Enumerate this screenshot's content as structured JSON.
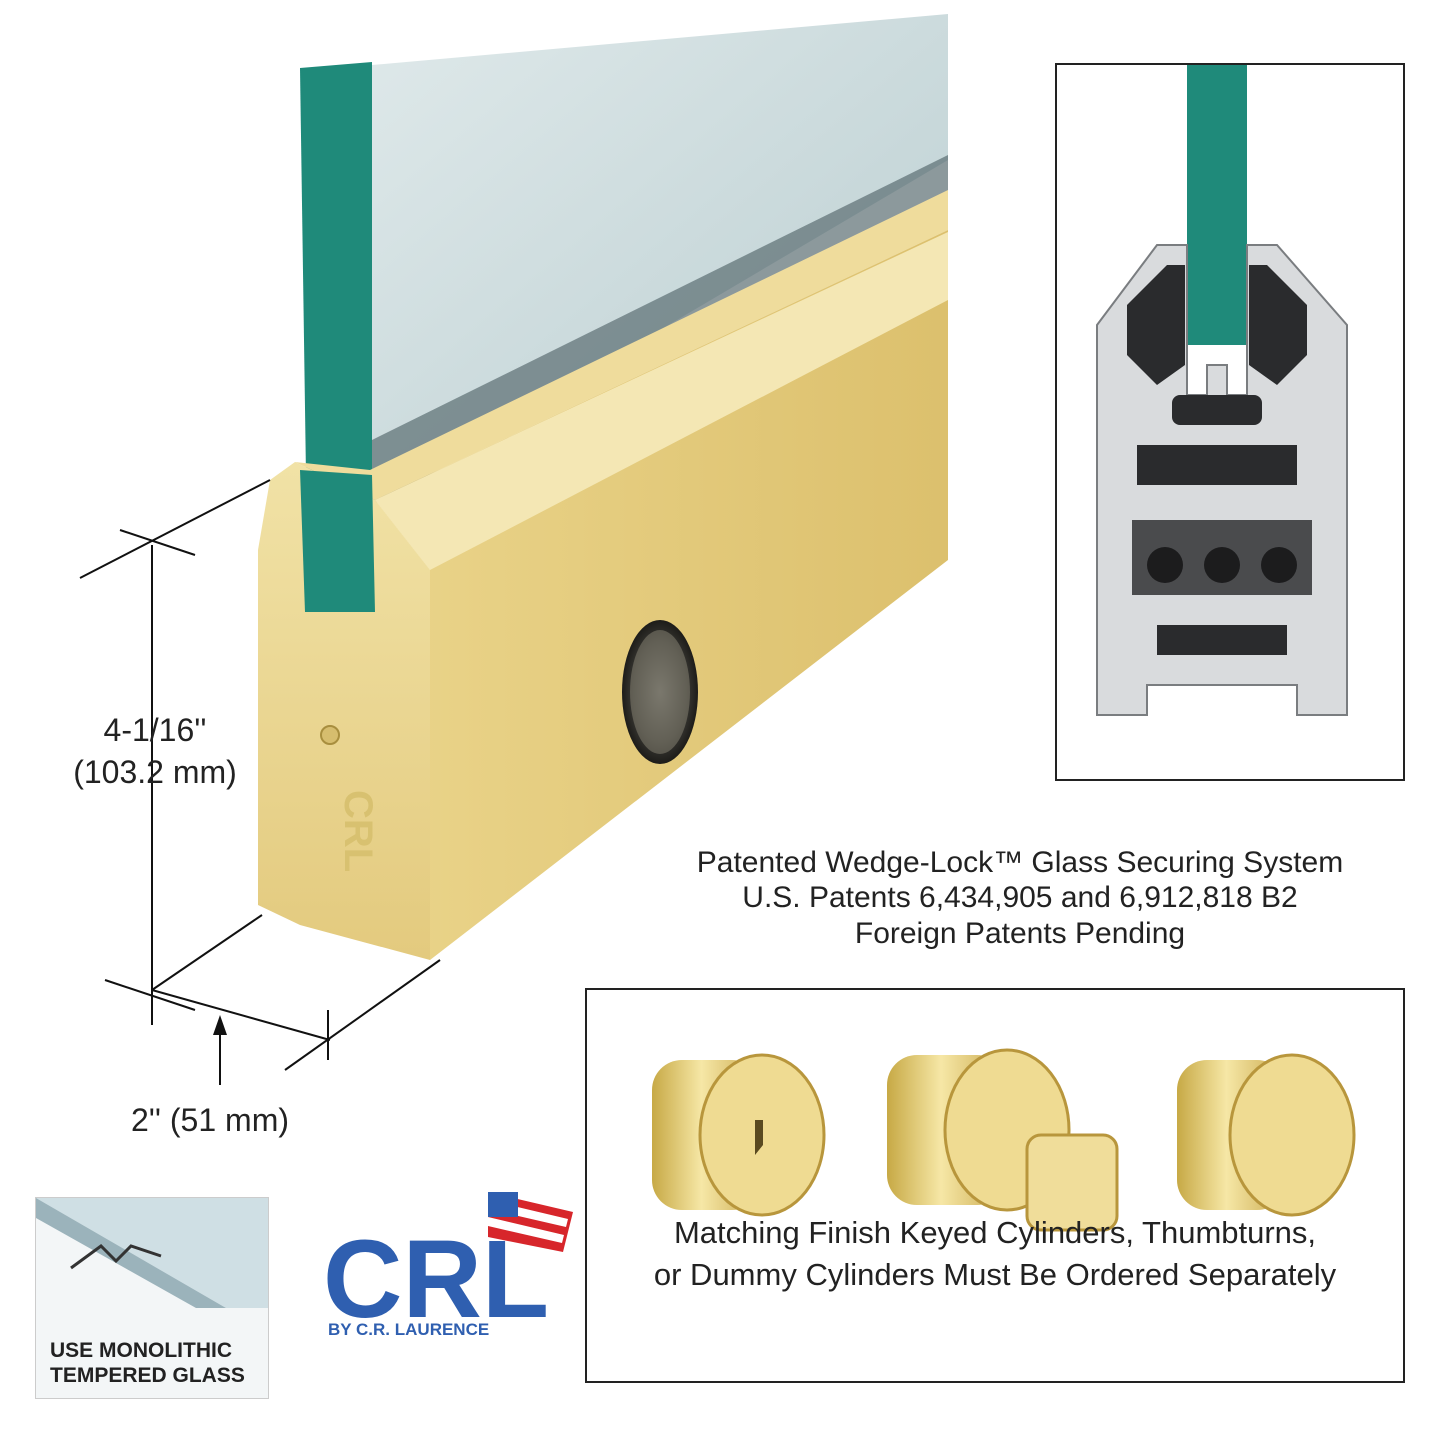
{
  "colors": {
    "brass": "#e6d08a",
    "brass_dark": "#c9ad5e",
    "glass_edge": "#1f8a7a",
    "glass_face": "#c9dadc",
    "aluminum": "#d7d9db",
    "crl_blue": "#2f5fb0",
    "crl_red": "#d7262b"
  },
  "dimensions": {
    "height_line1": "4-1/16''",
    "height_line2": "(103.2 mm)",
    "width": "2'' (51 mm)"
  },
  "patent_caption": {
    "line1": "Patented Wedge-Lock™ Glass Securing System",
    "line2": "U.S. Patents 6,434,905 and 6,912,818 B2",
    "line3": "Foreign Patents Pending"
  },
  "cylinders_caption": {
    "line1": "Matching Finish Keyed Cylinders, Thumbturns,",
    "line2": "or Dummy Cylinders Must Be Ordered Separately"
  },
  "glass_badge": {
    "line1": "USE MONOLITHIC",
    "line2": "TEMPERED GLASS"
  },
  "logo": {
    "mark": "CRL",
    "byline": "BY C.R. LAURENCE"
  },
  "icons": [
    "crl-logo-icon",
    "glass-pane-icon",
    "key-icon"
  ]
}
